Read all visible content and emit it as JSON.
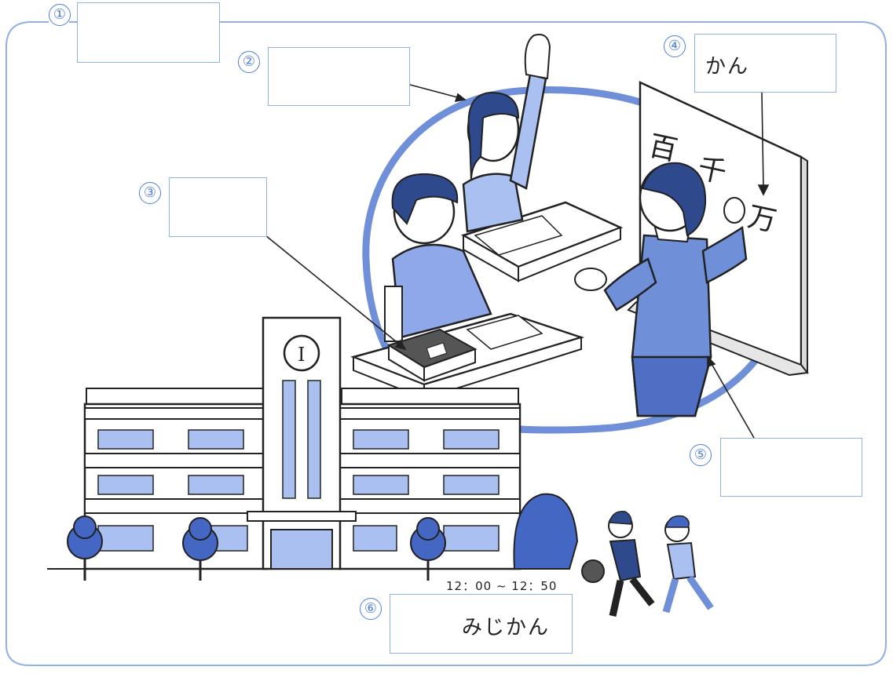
{
  "labels": [
    {
      "number": "①",
      "text": ""
    },
    {
      "number": "②",
      "text": ""
    },
    {
      "number": "③",
      "text": ""
    },
    {
      "number": "④",
      "text": "かん"
    },
    {
      "number": "⑤",
      "text": ""
    },
    {
      "number": "⑥",
      "text": "みじかん"
    }
  ],
  "time_range": "12：00 ~ 12：50",
  "blackboard": {
    "characters": [
      "百",
      "千",
      "万"
    ]
  },
  "clock": {
    "numeral": "I"
  },
  "colors": {
    "frame": "#8fb0e8",
    "accent": "#4f7fdc",
    "navy": "#2e4a8c",
    "fill_light": "#a9c0f0",
    "fill_mid": "#6f8fd8",
    "tree": "#4467c4"
  }
}
